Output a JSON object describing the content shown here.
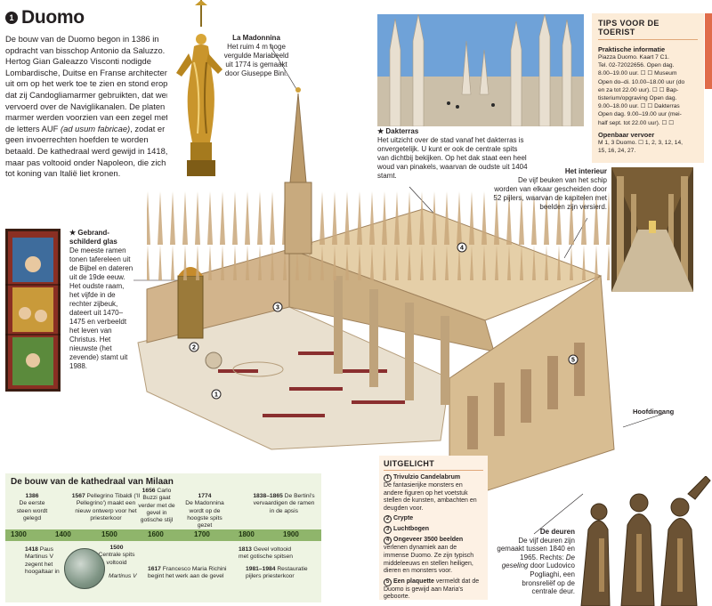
{
  "title": {
    "number": "1",
    "text": "Duomo"
  },
  "intro": {
    "part1": "De bouw van de Duomo begon in 1386 in opdracht van bisschop Antonio da Saluzzo. Hertog Gian Galeazzo Visconti nodigde Lombardische, Duitse en Franse architecten uit om op het werk toe te zien en stond erop dat zij Candogliamarmer gebruikten, dat werd vervoerd over de Naviglikanalen. De platen marmer werden voorzien van een zegel met de letters AUF ",
    "italic": "(ad usum fabricae)",
    "part2": ", zodat er geen invoerrechten hoefden te worden betaald. De kathedraal werd gewijd in 1418, maar pas voltooid onder Napoleon, die zich er tot koning van Italië liet kronen."
  },
  "madonna": {
    "title": "La Madonnina",
    "text": "Het ruim 4 m hoge vergulde Mariabeeld uit 1774 is gemaakt door Giuseppe Bini."
  },
  "dakterras": {
    "title": "★ Dakterras",
    "text": "Het uitzicht over de stad vanaf het dakterras is onvergetelijk. U kunt er ook de centrale spits van dichtbij bekijken. Op het dak staat een heel woud van pinakels, waarvan de oudste uit 1404 stamt."
  },
  "tips": {
    "header": "TIPS VOOR DE TOERIST",
    "info_heading": "Praktische informatie",
    "info_lines": [
      "Piazza Duomo. Kaart 7 C1.",
      "Tel. 02-72022656. Open dag.",
      "8.00–19.00 uur. ☐ ☐ Museum",
      "Open do–di. 10.00–18.00 uur (do",
      "en za tot 22.00 uur). ☐ ☐ Bap-",
      "tisterium/opgraving Open dag.",
      "9.00–18.00 uur. ☐ ☐ Dakterras",
      "Open dag. 9.00–19.00 uur (mei-",
      "half sept. tot 22.00 uur). ☐ ☐"
    ],
    "transport_heading": "Openbaar vervoer",
    "transport_lines": [
      "M 1, 3 Duomo. ☐ 1, 2, 3, 12, 14,",
      "15, 16, 24, 27."
    ],
    "accent_color": "#e06c4a"
  },
  "interieur": {
    "title": "Het interieur",
    "text": "De vijf beuken van het schip worden van elkaar gescheiden door 52 pijlers, waarvan de kapitelen met beelden zijn versierd."
  },
  "glass": {
    "title": "★ Gebrand-schilderd glas",
    "text": "De meeste ramen tonen tafereleen uit de Bijbel en dateren uit de 19de eeuw. Het oudste raam, het vijfde in de rechter zijbeuk, dateert uit 1470–1475 en verbeeldt het leven van Christus. Het nieuwste (het zevende) stamt uit 1988."
  },
  "hoofdingang": "Hoofdingang",
  "uitgelicht": {
    "title": "UITGELICHT",
    "items": [
      {
        "num": "1",
        "title": "Trivulzio Candelabrum",
        "text": "De fantasierijke monsters en andere figuren op het voetstuk stellen de kunsten, ambachten en deugden voor."
      },
      {
        "num": "2",
        "title": "Crypte",
        "text": ""
      },
      {
        "num": "3",
        "title": "Luchtbogen",
        "text": ""
      },
      {
        "num": "4",
        "title": "Ongeveer 3500 beelden",
        "text": " verlenen dynamiek aan de immense Duomo. Ze zijn typisch middeleeuws en stellen heiligen, dieren en monsters voor."
      },
      {
        "num": "5",
        "title": "Een plaquette",
        "text": " vermeldt dat de Duomo is gewijd aan Maria's geboorte."
      }
    ]
  },
  "deuren": {
    "title": "De deuren",
    "text1": "De vijf deuren zijn gemaakt tussen 1840 en 1965. Rechts: ",
    "italic": "De geseling",
    "text2": " door Ludovico Pogliaghi, een bronsreliëf op de centrale deur."
  },
  "timeline": {
    "title": "De bouw van de kathedraal van Milaan",
    "years": [
      "1300",
      "1400",
      "1500",
      "1600",
      "1700",
      "1800",
      "1900"
    ],
    "above": [
      {
        "year": "1386",
        "text": "De eerste steen wordt gelegd"
      },
      {
        "year": "1567",
        "text": "Pellegrino Tibaldi ('Il Pellegrino') maakt een nieuw ontwerp voor het priesterkoor"
      },
      {
        "year": "1656",
        "text": "Carlo Buzzi gaat verder met de gevel in gotische stijl"
      },
      {
        "year": "1774",
        "text": "De Madonnina wordt op de hoogste spits gezet"
      },
      {
        "year": "1838–1865",
        "text": "De Bertini's vervaardigen de ramen in de apsis"
      }
    ],
    "below": [
      {
        "year": "1418",
        "text": "Paus Martinus V zegent het hoogaltaar in"
      },
      {
        "year": "1500",
        "text": "Centrale spits voltooid"
      },
      {
        "year": "1617",
        "text": "Francesco Maria Richini begint het werk aan de gevel"
      },
      {
        "year": "1813",
        "text": "Gevel voltooid met gotische spitsen"
      },
      {
        "year": "1981–1984",
        "text": "Restauratie pijlers priesterkoor"
      }
    ],
    "coin_label": "Martinus V",
    "bar_color": "#8fb56b"
  },
  "callouts": [
    "1",
    "2",
    "3",
    "4",
    "5"
  ]
}
